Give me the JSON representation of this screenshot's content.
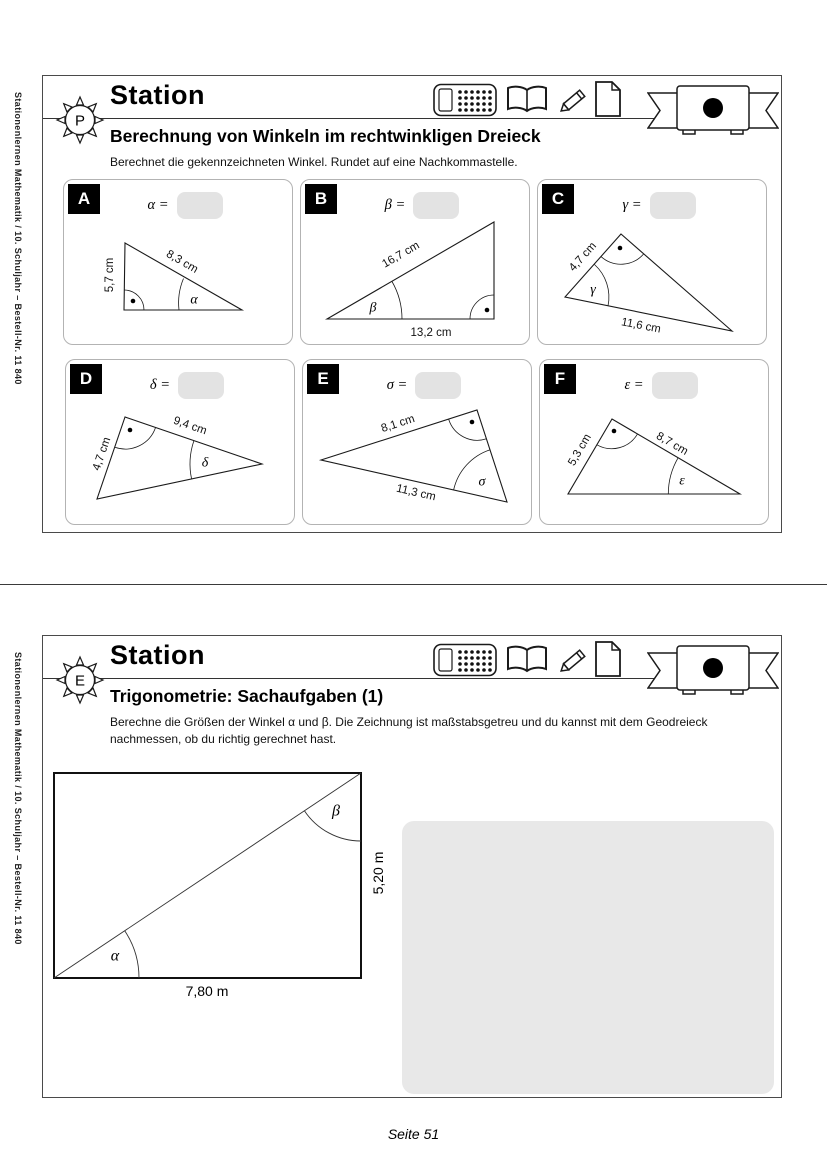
{
  "page": {
    "sidebar_text": "Stationenlernen Mathematik  /  10. Schuljahr  –  Bestell-Nr. 11 840",
    "footer": "Seite 51"
  },
  "colors": {
    "answer_box": "#e3e3e3",
    "workspace": "#e8e8e8",
    "ink": "#000000"
  },
  "icons": {
    "header": [
      "calculator-icon",
      "book-icon",
      "pencil-icon",
      "page-icon"
    ],
    "station_marker": "sun-icon",
    "difficulty_badge": "ribbon-banner-icon (1 dot)"
  },
  "station1": {
    "marker_letter": "P",
    "title": "Station",
    "subtitle": "Berechnung von Winkeln im rechtwinkligen Dreieck",
    "instruction": "Berechnet die gekennzeichneten Winkel. Rundet auf eine Nachkommastelle.",
    "tasks": [
      {
        "label": "A",
        "prompt": "α =",
        "side1": "5,7 cm",
        "side2": "8,3 cm",
        "angle": "α"
      },
      {
        "label": "B",
        "prompt": "β =",
        "side1": "16,7 cm",
        "side2": "13,2 cm",
        "angle": "β"
      },
      {
        "label": "C",
        "prompt": "γ =",
        "side1": "4,7 cm",
        "side2": "11,6 cm",
        "angle": "γ"
      },
      {
        "label": "D",
        "prompt": "δ =",
        "side1": "4,7 cm",
        "side2": "9,4 cm",
        "angle": "δ"
      },
      {
        "label": "E",
        "prompt": "σ =",
        "side1": "8,1 cm",
        "side2": "11,3 cm",
        "angle": "σ"
      },
      {
        "label": "F",
        "prompt": "ε =",
        "side1": "5,3 cm",
        "side2": "8,7 cm",
        "angle": "ε"
      }
    ]
  },
  "station2": {
    "marker_letter": "E",
    "title": "Station",
    "subtitle": "Trigonometrie: Sachaufgaben (1)",
    "instruction": "Berechne die Größen der Winkel α und β. Die Zeichnung ist maßstabsgetreu und du kannst mit dem Geodreieck nachmessen, ob du richtig gerechnet hast.",
    "figure": {
      "base_label": "7,80 m",
      "height_label": "5,20 m",
      "angle_alpha": "α",
      "angle_beta": "β"
    }
  }
}
